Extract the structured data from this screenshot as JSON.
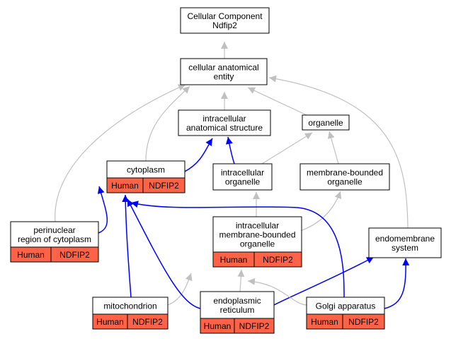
{
  "diagram": {
    "colors": {
      "is_a_edge": "#c0c0c0",
      "part_of_edge": "#0000ff",
      "annotation_fill": "#ff6347",
      "node_fill": "#ffffff",
      "node_stroke": "#000000"
    },
    "nodes": [
      {
        "id": "root",
        "lines": [
          "Cellular Component",
          "Ndfip2"
        ],
        "annotations": []
      },
      {
        "id": "cellular_anatomical_entity",
        "lines": [
          "cellular anatomical",
          "entity"
        ],
        "annotations": []
      },
      {
        "id": "intracellular_anatomical_structure",
        "lines": [
          "intracellular",
          "anatomical structure"
        ],
        "annotations": []
      },
      {
        "id": "organelle",
        "lines": [
          "organelle"
        ],
        "annotations": []
      },
      {
        "id": "cytoplasm",
        "lines": [
          "cytoplasm"
        ],
        "annotations": [
          "Human",
          "NDFIP2"
        ]
      },
      {
        "id": "intracellular_organelle",
        "lines": [
          "intracellular",
          "organelle"
        ],
        "annotations": []
      },
      {
        "id": "membrane_bounded_organelle",
        "lines": [
          "membrane-bounded",
          "organelle"
        ],
        "annotations": []
      },
      {
        "id": "perinuclear_region",
        "lines": [
          "perinuclear",
          "region of cytoplasm"
        ],
        "annotations": [
          "Human",
          "NDFIP2"
        ]
      },
      {
        "id": "intracellular_membrane_bounded_organelle",
        "lines": [
          "intracellular",
          "membrane-bounded",
          "organelle"
        ],
        "annotations": [
          "Human",
          "NDFIP2"
        ]
      },
      {
        "id": "endomembrane_system",
        "lines": [
          "endomembrane",
          "system"
        ],
        "annotations": []
      },
      {
        "id": "mitochondrion",
        "lines": [
          "mitochondrion"
        ],
        "annotations": [
          "Human",
          "NDFIP2"
        ]
      },
      {
        "id": "endoplasmic_reticulum",
        "lines": [
          "endoplasmic",
          "reticulum"
        ],
        "annotations": [
          "Human",
          "NDFIP2"
        ]
      },
      {
        "id": "golgi_apparatus",
        "lines": [
          "Golgi apparatus"
        ],
        "annotations": [
          "Human",
          "NDFIP2"
        ]
      }
    ],
    "edges": [
      {
        "from": "cellular_anatomical_entity",
        "to": "root",
        "type": "is_a"
      },
      {
        "from": "intracellular_anatomical_structure",
        "to": "cellular_anatomical_entity",
        "type": "is_a"
      },
      {
        "from": "organelle",
        "to": "cellular_anatomical_entity",
        "type": "is_a"
      },
      {
        "from": "cytoplasm",
        "to": "cellular_anatomical_entity",
        "type": "is_a"
      },
      {
        "from": "perinuclear_region",
        "to": "cellular_anatomical_entity",
        "type": "is_a"
      },
      {
        "from": "endomembrane_system",
        "to": "cellular_anatomical_entity",
        "type": "is_a"
      },
      {
        "from": "cytoplasm",
        "to": "intracellular_anatomical_structure",
        "type": "part_of"
      },
      {
        "from": "intracellular_organelle",
        "to": "intracellular_anatomical_structure",
        "type": "part_of"
      },
      {
        "from": "intracellular_organelle",
        "to": "organelle",
        "type": "is_a"
      },
      {
        "from": "membrane_bounded_organelle",
        "to": "organelle",
        "type": "is_a"
      },
      {
        "from": "perinuclear_region",
        "to": "cytoplasm",
        "type": "part_of"
      },
      {
        "from": "intracellular_membrane_bounded_organelle",
        "to": "intracellular_organelle",
        "type": "is_a"
      },
      {
        "from": "intracellular_membrane_bounded_organelle",
        "to": "membrane_bounded_organelle",
        "type": "is_a"
      },
      {
        "from": "mitochondrion",
        "to": "cytoplasm",
        "type": "part_of"
      },
      {
        "from": "mitochondrion",
        "to": "intracellular_membrane_bounded_organelle",
        "type": "is_a"
      },
      {
        "from": "endoplasmic_reticulum",
        "to": "cytoplasm",
        "type": "part_of"
      },
      {
        "from": "endoplasmic_reticulum",
        "to": "intracellular_membrane_bounded_organelle",
        "type": "is_a"
      },
      {
        "from": "endoplasmic_reticulum",
        "to": "endomembrane_system",
        "type": "part_of"
      },
      {
        "from": "golgi_apparatus",
        "to": "cytoplasm",
        "type": "part_of"
      },
      {
        "from": "golgi_apparatus",
        "to": "intracellular_membrane_bounded_organelle",
        "type": "is_a"
      },
      {
        "from": "golgi_apparatus",
        "to": "endomembrane_system",
        "type": "part_of"
      }
    ]
  }
}
